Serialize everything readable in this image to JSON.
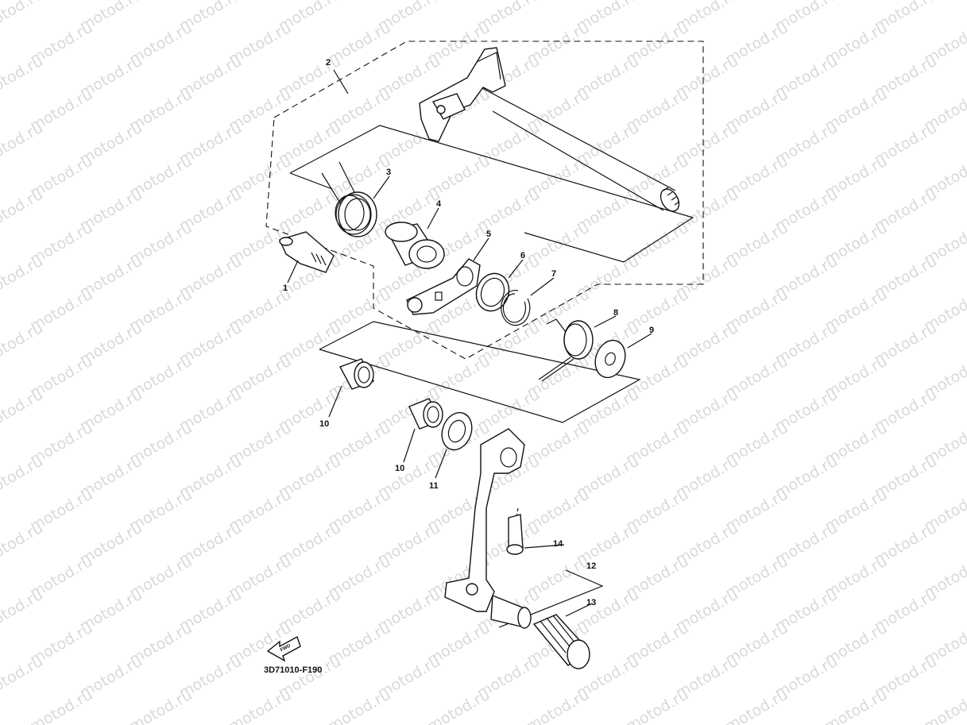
{
  "watermark": {
    "text": "motod.ru",
    "color": "#d9d9d9"
  },
  "diagram_code": "3D71010-F190",
  "fwd_badge": {
    "label": "FWD"
  },
  "callouts": [
    {
      "id": "c1",
      "label": "1"
    },
    {
      "id": "c2",
      "label": "2"
    },
    {
      "id": "c3",
      "label": "3"
    },
    {
      "id": "c4",
      "label": "4"
    },
    {
      "id": "c5",
      "label": "5"
    },
    {
      "id": "c6",
      "label": "6"
    },
    {
      "id": "c7",
      "label": "7"
    },
    {
      "id": "c8",
      "label": "8"
    },
    {
      "id": "c9",
      "label": "9"
    },
    {
      "id": "c10a",
      "label": "10"
    },
    {
      "id": "c10b",
      "label": "10"
    },
    {
      "id": "c11",
      "label": "11"
    },
    {
      "id": "c12",
      "label": "12"
    },
    {
      "id": "c13",
      "label": "13"
    },
    {
      "id": "c14",
      "label": "14"
    }
  ]
}
